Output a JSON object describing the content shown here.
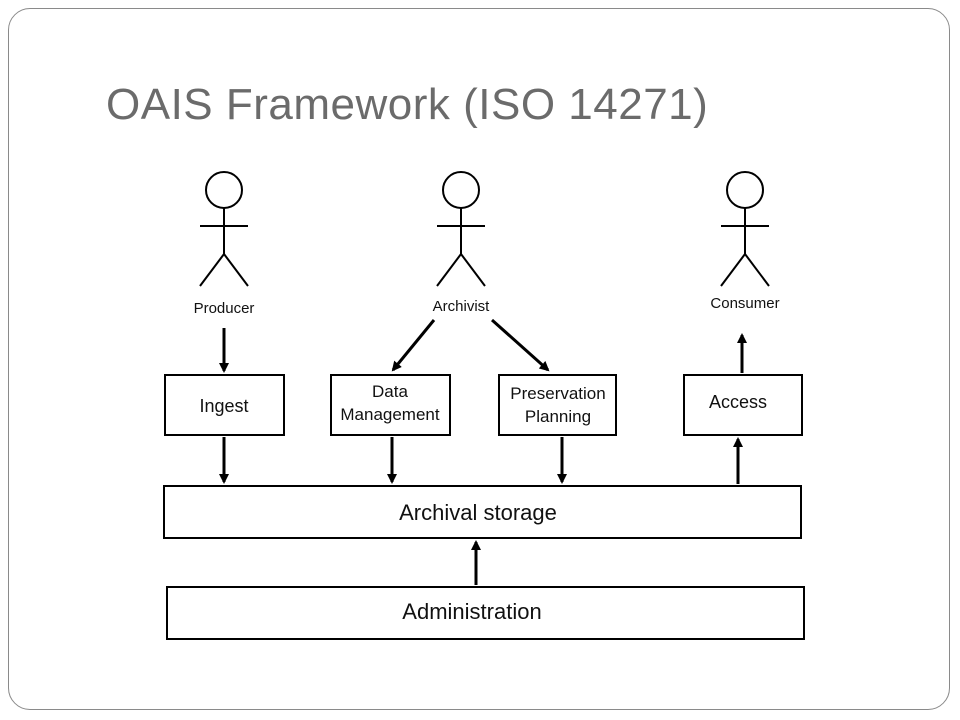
{
  "slide": {
    "title": "OAIS Framework (ISO 14271)"
  },
  "diagram": {
    "actors": {
      "producer": "Producer",
      "archivist": "Archivist",
      "consumer": "Consumer"
    },
    "functions": {
      "ingest": "Ingest",
      "data_management": [
        "Data",
        "Management"
      ],
      "preservation_planning": [
        "Preservation",
        "Planning"
      ],
      "access": "Access"
    },
    "archival_storage": "Archival storage",
    "administration": "Administration"
  }
}
